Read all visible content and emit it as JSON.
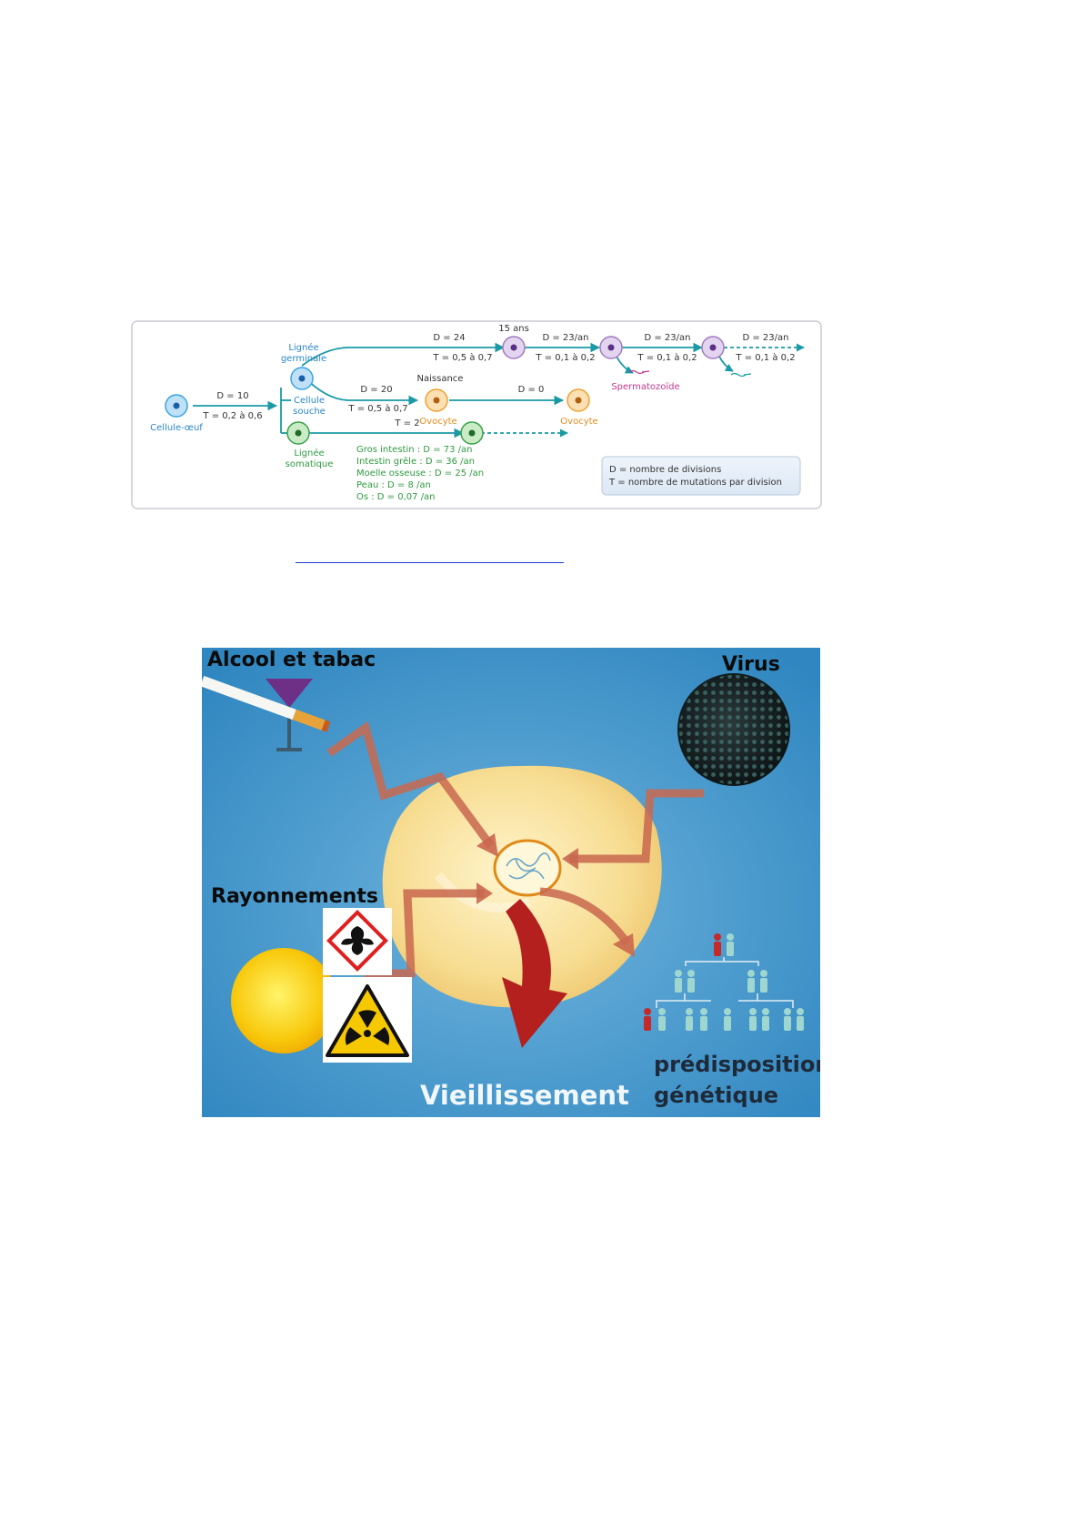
{
  "fig1": {
    "nodes": {
      "oeuf": "Cellule-œuf",
      "germinale": [
        "Lignée",
        "germinale"
      ],
      "souche": [
        "Cellule",
        "souche"
      ],
      "somatique": [
        "Lignée",
        "somatique"
      ],
      "age15": "15 ans",
      "naissance": "Naissance",
      "ovocyte1": "Ovocyte",
      "ovocyte2": "Ovocyte",
      "spermatozoide": "Spermatozoïde"
    },
    "edges": {
      "e1_d": "D = 10",
      "e1_t": "T = 0,2 à 0,6",
      "e2_d": "D = 24",
      "e2_t": "T = 0,5 à 0,7",
      "e3_d": "D = 23/an",
      "e3_t": "T = 0,1 à 0,2",
      "e4_d": "D = 23/an",
      "e4_t": "T = 0,1 à 0,2",
      "e5_d": "D = 23/an",
      "e5_t": "T = 0,1 à 0,2",
      "e6_d": "D = 20",
      "e6_t": "T = 0,5 à 0,7",
      "e7_d": "D = 0",
      "e8_t": "T = 2"
    },
    "somatic_list": [
      "Gros intestin : D = 73 /an",
      "Intestin grêle : D = 36 /an",
      "Moelle osseuse : D = 25 /an",
      "Peau : D = 8 /an",
      "Os : D = 0,07 /an"
    ],
    "legend": [
      "D = nombre de divisions",
      "T = nombre de mutations par division"
    ],
    "colors": {
      "teal": "#1a9aa5",
      "blue_cell": "#3aa3e3",
      "green_cell": "#3aa04a",
      "orange_cell": "#f0a030",
      "purple_cell": "#a27bc0",
      "blue_text": "#2a86c8",
      "green_text": "#2e9a3e",
      "orange_text": "#e38a1c",
      "magenta_text": "#c2388f"
    }
  },
  "fig2": {
    "labels": {
      "alcool": "Alcool et tabac",
      "virus": "Virus",
      "rayonnements": "Rayonnements",
      "vieillissement": "Vieillissement",
      "predisposition": "prédisposition",
      "genetique": "génétique"
    },
    "icons": [
      "cocktail-glass-icon",
      "cigarette-icon",
      "virus-icon",
      "sun-icon",
      "health-hazard-icon",
      "radiation-icon",
      "family-tree-icon"
    ],
    "colors": {
      "background": "#3a8fc8",
      "cell": "#f6dc8e",
      "arrow": "#c9684f",
      "big_arrow": "#b3201d"
    }
  }
}
